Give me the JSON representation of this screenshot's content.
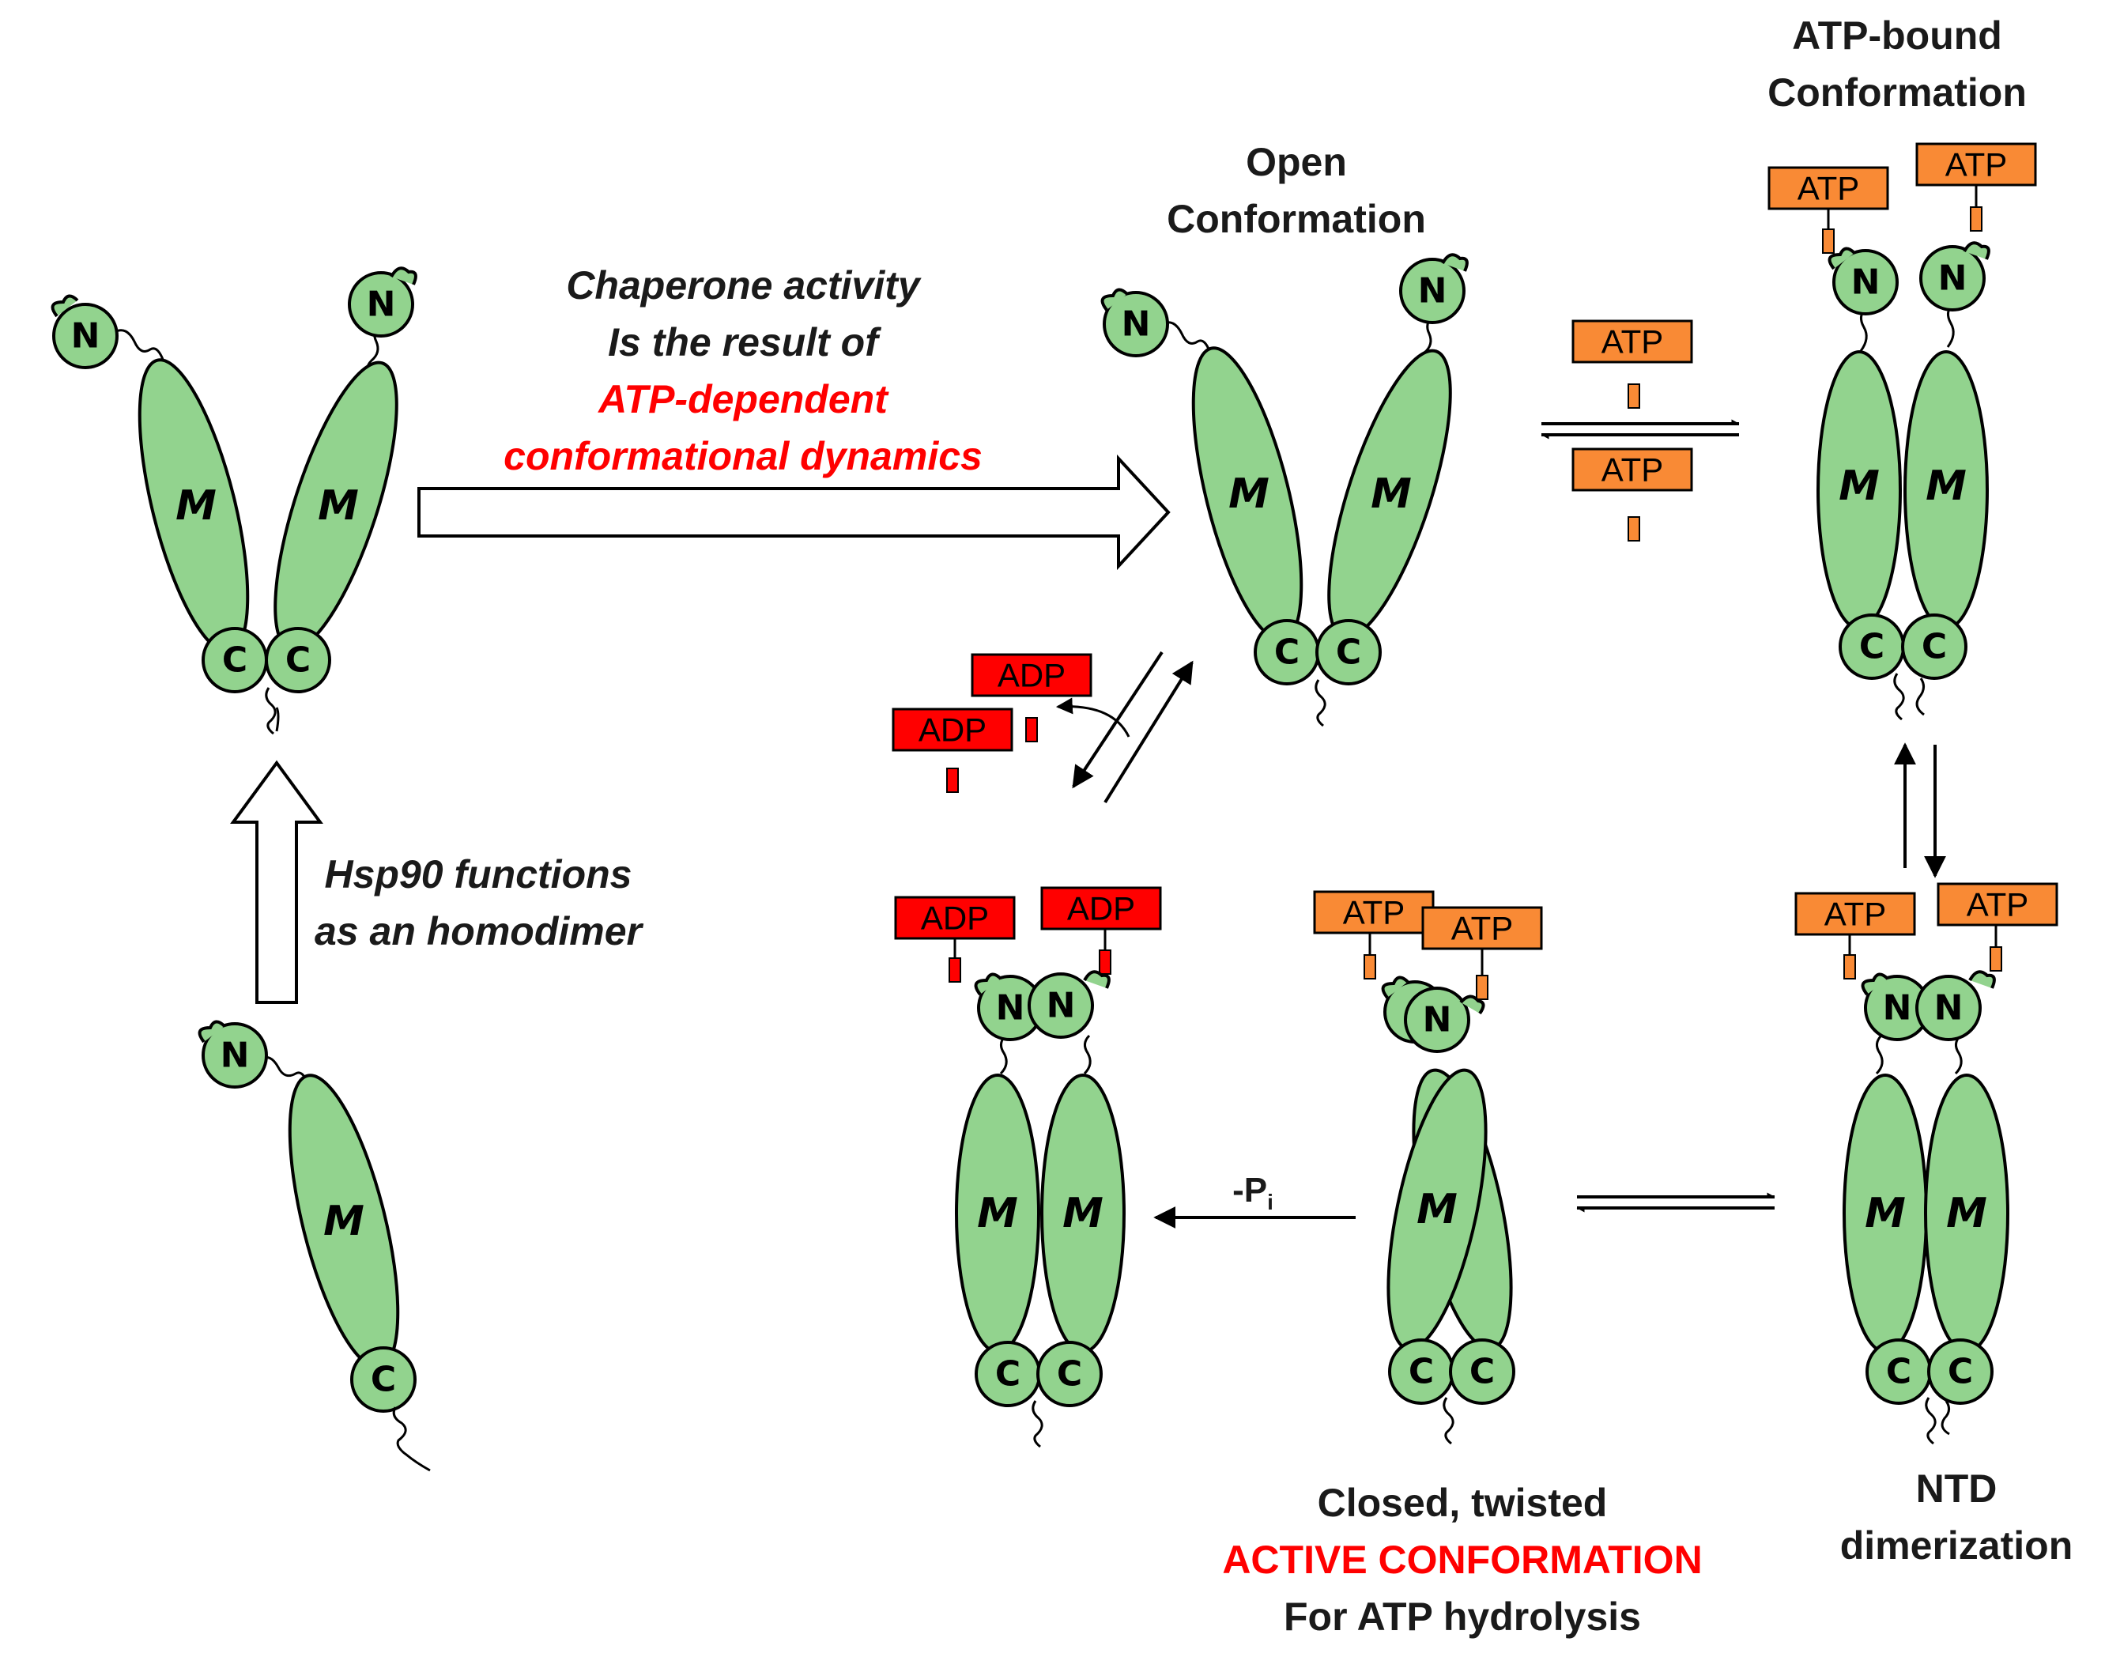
{
  "labels": {
    "n": "N",
    "m": "M",
    "c": "C",
    "atp": "ATP",
    "adp": "ADP",
    "pi_prefix": "-P",
    "pi_sub": "i"
  },
  "captions": {
    "atp_bound": [
      "ATP-bound",
      "Conformation"
    ],
    "open": [
      "Open",
      "Conformation"
    ],
    "chaperone": {
      "line1": "Chaperone activity",
      "line2": "Is the result of",
      "line3": "ATP-dependent",
      "line4": "conformational dynamics"
    },
    "homodimer": [
      "Hsp90 functions",
      "as an homodimer"
    ],
    "closed": {
      "line1": "Closed, twisted",
      "line2": "ACTIVE CONFORMATION",
      "line3": "For ATP hydrolysis"
    },
    "ntd": [
      "NTD",
      "dimerization"
    ]
  },
  "colors": {
    "domain": "#92d38e",
    "atp": "#f98a35",
    "adp": "#ff0000",
    "highlight_text": "#ff0000"
  }
}
